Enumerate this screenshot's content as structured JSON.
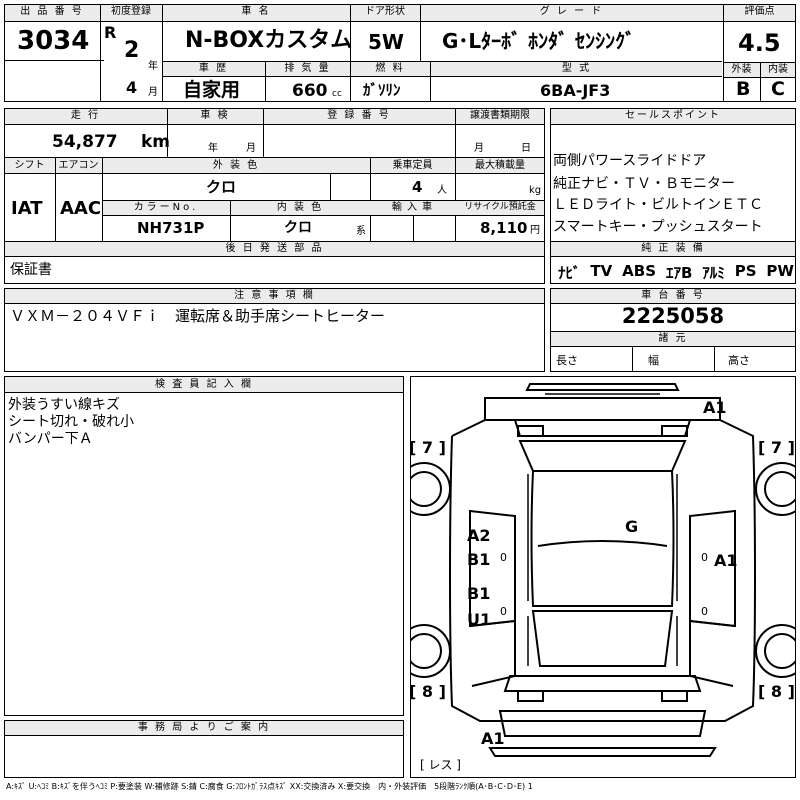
{
  "header": {
    "lot_label": "出 品 番 号",
    "lot_number": "3034",
    "first_reg_label": "初度登録",
    "era": "R",
    "year": "2",
    "year_unit": "年",
    "month": "4",
    "month_unit": "月",
    "car_name_label": "車 名",
    "car_name": "N-BOXカスタム",
    "door_label": "ドア形状",
    "door": "5W",
    "grade_label": "グ レ ー ド",
    "grade": "G･Lﾀｰﾎﾞ ﾎﾝﾀﾞ ｾﾝｼﾝｸﾞ",
    "score_label": "評価点",
    "score": "4.5",
    "history_label": "車 歴",
    "history": "自家用",
    "displacement_label": "排 気 量",
    "displacement": "660",
    "displacement_unit": "cc",
    "fuel_label": "燃 料",
    "fuel": "ｶﾞｿﾘﾝ",
    "model_label": "型 式",
    "model": "6BA-JF3",
    "exterior_label": "外装",
    "exterior_grade": "B",
    "interior_label": "内装",
    "interior_grade": "C"
  },
  "row2": {
    "mileage_label": "走 行",
    "mileage": "54,877",
    "mileage_unit": "km",
    "inspection_label": "車 検",
    "inspection_year": "年",
    "inspection_month": "月",
    "reg_no_label": "登 録 番 号",
    "transfer_label": "譲渡書類期限",
    "transfer_month": "月",
    "transfer_day": "日",
    "shift_label": "シフト",
    "shift": "IAT",
    "ac_label": "エアコン",
    "ac": "AAC",
    "ext_color_label": "外 装 色",
    "ext_color": "クロ",
    "capacity_label": "乗車定員",
    "capacity": "4",
    "capacity_unit": "人",
    "max_load_label": "最大積載量",
    "max_load_unit": "kg",
    "color_no_label": "カラーNo.",
    "color_no": "NH731P",
    "int_color_label": "内 装 色",
    "int_color": "クロ",
    "int_color_unit": "系",
    "import_label": "輸 入 車",
    "recycle_label": "リサイクル預託金",
    "recycle": "8,110",
    "recycle_unit": "円",
    "later_parts_label": "後 日 発 送 部 品",
    "later_parts": "保証書"
  },
  "sales": {
    "label": "セールスポイント",
    "lines": [
      "両側パワースライドドア",
      "純正ナビ・ＴＶ・Ｂモニター",
      "ＬＥＤライト・ビルトインＥＴＣ",
      "スマートキー・プッシュスタート"
    ],
    "equip_label": "純 正 装 備",
    "equipment": [
      "ﾅﾋﾞ",
      "TV",
      "ABS",
      "ｴｱB",
      "ｱﾙﾐ",
      "PS",
      "PW"
    ]
  },
  "notes": {
    "label": "注 意 事 項 欄",
    "text": "ＶＸＭ－２０４ＶＦｉ　運転席＆助手席シートヒーター"
  },
  "chassis": {
    "label": "車 台 番 号",
    "number": "2225058",
    "specs_label": "諸 元",
    "length_label": "長さ",
    "width_label": "幅",
    "height_label": "高さ"
  },
  "inspector": {
    "label": "検 査 員 記 入 欄",
    "lines": [
      "外装うすい線キズ",
      "シート切れ・破れ小",
      "バンパー下Ａ"
    ]
  },
  "office": {
    "label": "事 務 局 よ り ご 案 内"
  },
  "diagram": {
    "left_top": "[ 7 ]",
    "right_top": "[ 7 ]",
    "left_bottom": "[ 8 ]",
    "right_bottom": "[ 8 ]",
    "front": "A1",
    "rear": "A1",
    "glass": "G",
    "left_a2": "A2",
    "left_b1": "B1",
    "left_b1b": "B1",
    "left_u1": "U1",
    "right_a1": "A1",
    "zero": "0",
    "resu": "[ レス ]"
  },
  "legend": "A:ｷｽﾞ U:ﾍｺﾐ B:ｷｽﾞを伴うﾍｺﾐ P:要塗装 W:補修跡 S:錆 C:腐食 G:ﾌﾛﾝﾄｶﾞﾗｽ点ｷｽﾞ XX:交換済み X:要交換　内・外装評価　5段階ﾗﾝｸ順(A･B･C･D･E) 1"
}
